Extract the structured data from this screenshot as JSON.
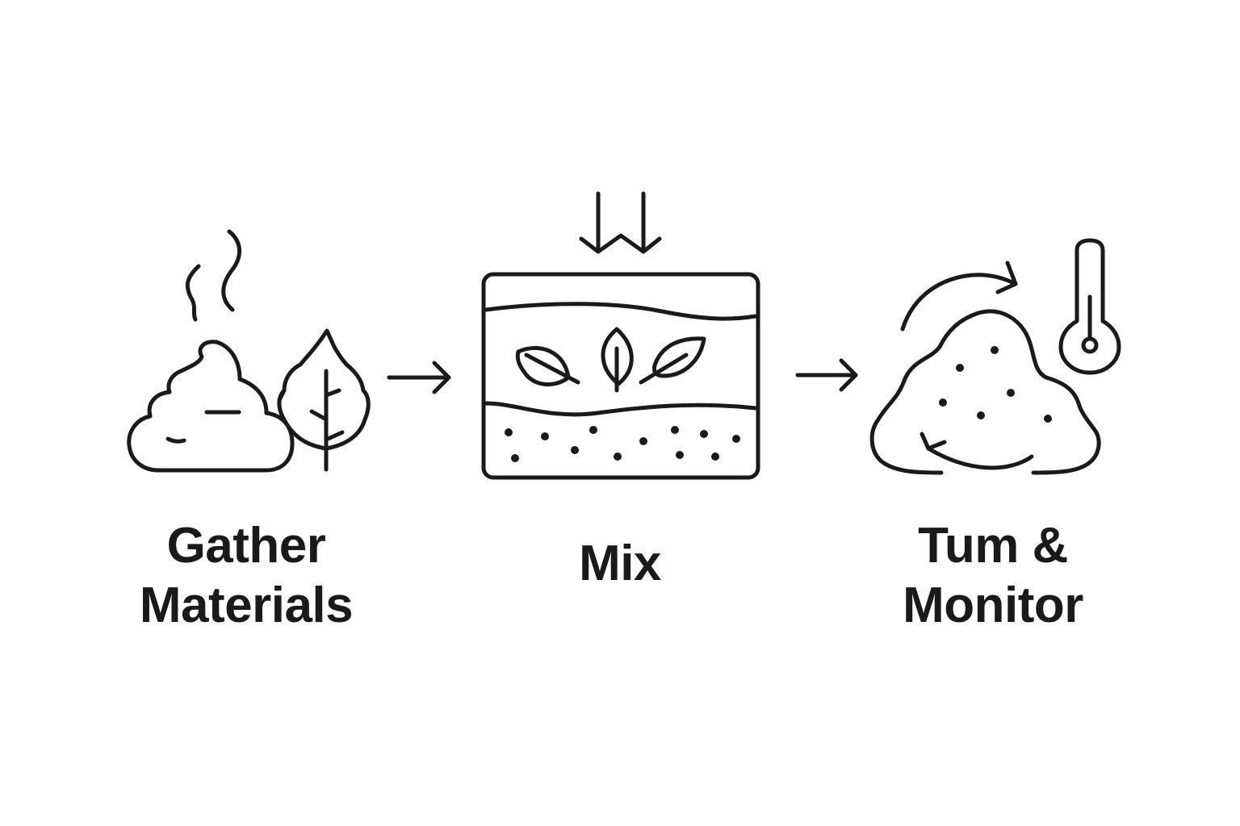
{
  "steps": [
    {
      "id": "gather",
      "label_lines": [
        "Gather",
        "Materials"
      ],
      "icons": [
        "steam-icon",
        "manure-pile-icon",
        "leaf-tree-icon"
      ]
    },
    {
      "id": "mix",
      "label_lines": [
        "Mix"
      ],
      "icons": [
        "down-arrows-icon",
        "layered-bin-icon",
        "leaf-icon"
      ]
    },
    {
      "id": "turn-monitor",
      "label_lines": [
        "Tum &",
        "Monitor"
      ],
      "icons": [
        "compost-heap-icon",
        "turn-arrows-icon",
        "thermometer-icon"
      ]
    }
  ],
  "connectors": [
    "arrow-right-icon",
    "arrow-right-icon"
  ],
  "colors": {
    "ink": "#1a1a1a",
    "background": "#ffffff"
  }
}
